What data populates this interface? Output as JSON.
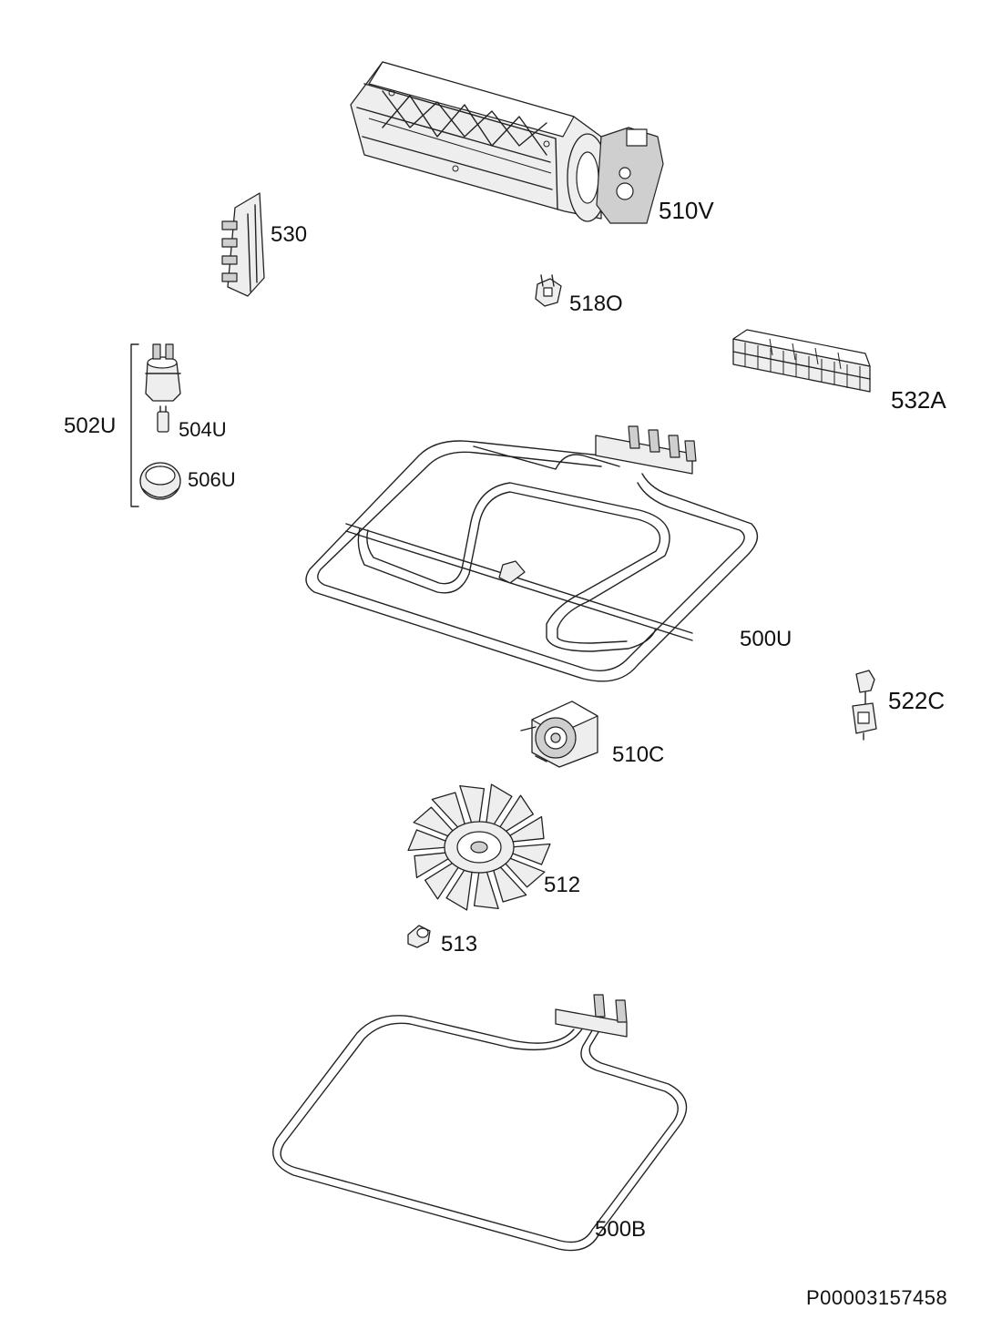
{
  "diagram": {
    "parts": [
      {
        "id": "510V",
        "label": "510V"
      },
      {
        "id": "530",
        "label": "530"
      },
      {
        "id": "518O",
        "label": "518O"
      },
      {
        "id": "532A",
        "label": "532A"
      },
      {
        "id": "502U",
        "label": "502U"
      },
      {
        "id": "504U",
        "label": "504U"
      },
      {
        "id": "506U",
        "label": "506U"
      },
      {
        "id": "500U",
        "label": "500U"
      },
      {
        "id": "522C",
        "label": "522C"
      },
      {
        "id": "510C",
        "label": "510C"
      },
      {
        "id": "512",
        "label": "512"
      },
      {
        "id": "513",
        "label": "513"
      },
      {
        "id": "500B",
        "label": "500B"
      }
    ],
    "document_id": "P00003157458"
  }
}
